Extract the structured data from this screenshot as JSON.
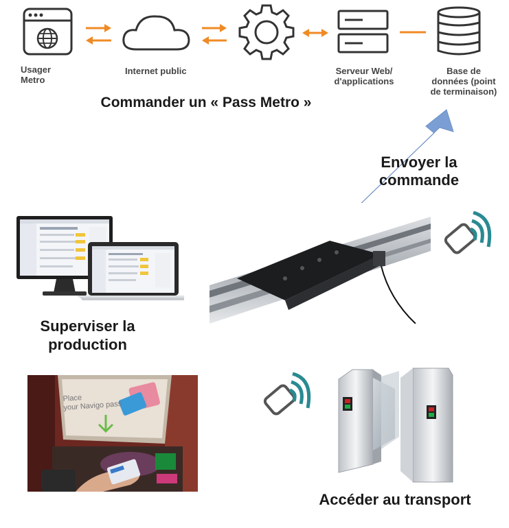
{
  "diagram": {
    "nodes": [
      {
        "id": "user",
        "label_line1": "Usager",
        "label_line2": "Metro",
        "icon": "browser-globe-icon"
      },
      {
        "id": "internet",
        "label_line1": "Internet public",
        "icon": "cloud-icon"
      },
      {
        "id": "gear",
        "icon": "gear-icon"
      },
      {
        "id": "server",
        "label_line1": "Serveur Web/",
        "label_line2": "d'applications",
        "icon": "server-icon"
      },
      {
        "id": "database",
        "label_line1": "Base de",
        "label_line2": "données (point",
        "label_line3": "de terminaison)",
        "icon": "database-icon"
      }
    ],
    "arrow_color": "#f08a24",
    "icon_color": "#333333"
  },
  "captions": {
    "order": "Commander un « Pass Metro »",
    "send_line1": "Envoyer la",
    "send_line2": "commande",
    "supervise_line1": "Superviser la",
    "supervise_line2": "production",
    "access": "Accéder au transport"
  },
  "screen": {
    "kiosk_line1": "Place",
    "kiosk_line2": "your Navigo pass"
  },
  "colors": {
    "send_arrow": "#7b9fd4",
    "nfc": "#2a8a92"
  }
}
